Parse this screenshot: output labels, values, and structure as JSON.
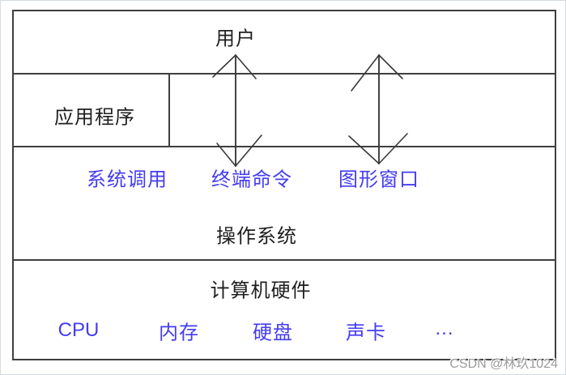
{
  "diagram": {
    "layers": {
      "user": {
        "label": "用户"
      },
      "application": {
        "label": "应用程序"
      },
      "os": {
        "label": "操作系统"
      },
      "hardware": {
        "label": "计算机硬件"
      }
    },
    "os_interfaces": [
      {
        "label": "系统调用"
      },
      {
        "label": "终端命令"
      },
      {
        "label": "图形窗口"
      }
    ],
    "hardware_components": [
      {
        "label": "CPU"
      },
      {
        "label": "内存"
      },
      {
        "label": "硬盘"
      },
      {
        "label": "声卡"
      },
      {
        "label": "..."
      }
    ],
    "colors": {
      "line": "#3f3f3f",
      "text": "#1f1f1f",
      "highlight_blue": "#443cf2",
      "watermark_gray": "#9b9b9b"
    }
  },
  "watermark": {
    "text": "CSDN @林玖1024"
  }
}
